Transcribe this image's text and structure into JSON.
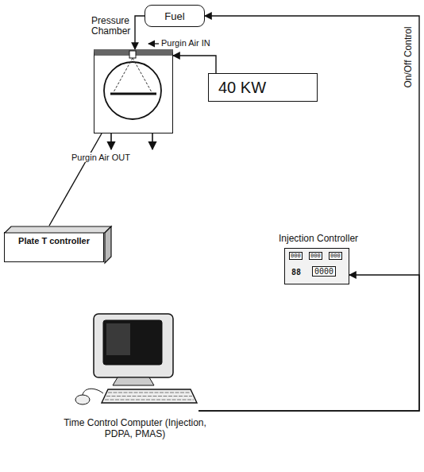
{
  "diagram": {
    "nodes": [
      {
        "text": [
          "Fuel"
        ]
      },
      {
        "text": [
          "Pressure Chamber"
        ]
      },
      {
        "text": [
          "40 KW"
        ]
      },
      {
        "text": [
          "Plate T controller"
        ]
      },
      {
        "text": [
          "Injection Controller"
        ]
      },
      {
        "text": [
          "Time Control Computer (Injection, PDPA, PMAS)"
        ]
      }
    ],
    "edges": [
      {
        "from": 0,
        "to": 1,
        "arrow": "to"
      },
      {
        "from": 2,
        "to": 1,
        "arrow": "to"
      },
      {
        "from": 1,
        "to": 3,
        "arrow": "none"
      },
      {
        "from": 5,
        "to": 0,
        "arrow": "to",
        "label": "On/Off Control"
      },
      {
        "from": 5,
        "to": 4,
        "arrow": "to"
      }
    ],
    "labels": [
      "Purgin Air IN",
      "Purgin Air OUT",
      "000",
      "000",
      "000",
      "88",
      "0000"
    ]
  }
}
